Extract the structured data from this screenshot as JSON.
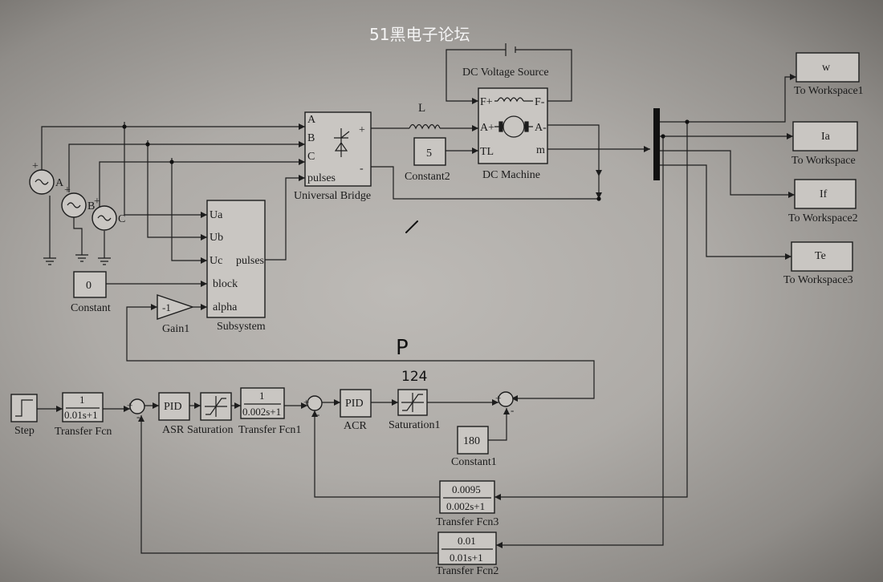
{
  "watermark": "51黑电子论坛",
  "blocks": {
    "dc_voltage_source": "DC Voltage Source",
    "inductor": "L",
    "universal_bridge": "Universal Bridge",
    "dc_machine": "DC Machine",
    "constant2_value": "5",
    "constant2": "Constant2",
    "subsystem": "Subsystem",
    "constant_value": "0",
    "constant": "Constant",
    "gain1_value": "-1",
    "gain1": "Gain1",
    "step": "Step",
    "tf_num": "1",
    "tf_den": "0.01s+1",
    "tf": "Transfer Fcn",
    "asr_pid": "PID",
    "asr_label": "ASR",
    "saturation": "Saturation",
    "tf1_num": "1",
    "tf1_den": "0.002s+1",
    "tf1": "Transfer Fcn1",
    "acr_pid": "PID",
    "acr": "ACR",
    "saturation1": "Saturation1",
    "constant1_value": "180",
    "constant1": "Constant1",
    "tf3_num": "0.0095",
    "tf3_den": "0.002s+1",
    "tf3": "Transfer Fcn3",
    "tf2_num": "0.01",
    "tf2_den": "0.01s+1",
    "tf2": "Transfer Fcn2"
  },
  "sources": {
    "a": "A",
    "b": "B",
    "c": "C"
  },
  "ports": {
    "bridge_a": "A",
    "bridge_b": "B",
    "bridge_c": "C",
    "bridge_pulses": "pulses",
    "bridge_plus": "+",
    "bridge_minus": "-",
    "motor_fplus": "F+",
    "motor_fminus": "F-",
    "motor_aplus": "A+",
    "motor_aminus": "A-",
    "motor_tl": "TL",
    "motor_m": "m",
    "sub_ua": "Ua",
    "sub_ub": "Ub",
    "sub_uc": "Uc",
    "sub_block": "block",
    "sub_alpha": "alpha",
    "sub_pulses": "pulses"
  },
  "workspaces": [
    {
      "var": "w",
      "label": "To Workspace1"
    },
    {
      "var": "Ia",
      "label": "To Workspace"
    },
    {
      "var": "If",
      "label": "To Workspace2"
    },
    {
      "var": "Te",
      "label": "To Workspace3"
    }
  ],
  "handwriting": {
    "p": "P",
    "n124": "124"
  }
}
